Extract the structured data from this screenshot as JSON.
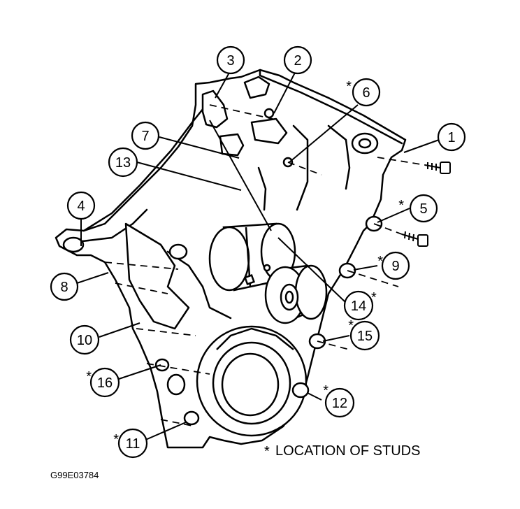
{
  "diagram": {
    "callouts": [
      {
        "label": "1",
        "starred": false
      },
      {
        "label": "2",
        "starred": false
      },
      {
        "label": "3",
        "starred": false
      },
      {
        "label": "4",
        "starred": false
      },
      {
        "label": "5",
        "starred": true
      },
      {
        "label": "6",
        "starred": true
      },
      {
        "label": "7",
        "starred": false
      },
      {
        "label": "8",
        "starred": false
      },
      {
        "label": "9",
        "starred": true
      },
      {
        "label": "10",
        "starred": false
      },
      {
        "label": "11",
        "starred": true
      },
      {
        "label": "12",
        "starred": true
      },
      {
        "label": "13",
        "starred": false
      },
      {
        "label": "14",
        "starred": true
      },
      {
        "label": "15",
        "starred": true
      },
      {
        "label": "16",
        "starred": true
      }
    ],
    "star_symbol": "*",
    "legend": "LOCATION OF STUDS",
    "reference_code": "G99E03784"
  }
}
